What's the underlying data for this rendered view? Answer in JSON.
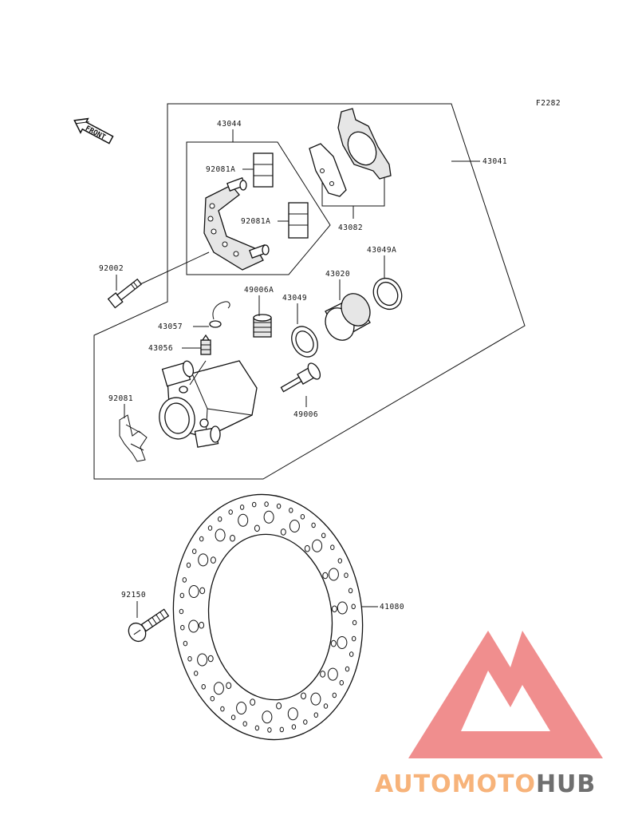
{
  "diagram": {
    "figure_code": "F2282",
    "front_label": "FRONT",
    "parts": {
      "p43041": "43041",
      "p43044": "43044",
      "p92081A_1": "92081A",
      "p92081A_2": "92081A",
      "p43082": "43082",
      "p92002": "92002",
      "p43049A": "43049A",
      "p43020": "43020",
      "p49006A": "49006A",
      "p43049": "43049",
      "p43057": "43057",
      "p43056": "43056",
      "p92081": "92081",
      "p49006": "49006",
      "p92150": "92150",
      "p41080": "41080"
    }
  },
  "watermark": {
    "brand_part1": "AUTOMOTO",
    "brand_part2": "HUB",
    "colors": {
      "triangle": "#f08e8e",
      "part1": "#f7b37a",
      "part2": "#6f6f6f"
    }
  }
}
